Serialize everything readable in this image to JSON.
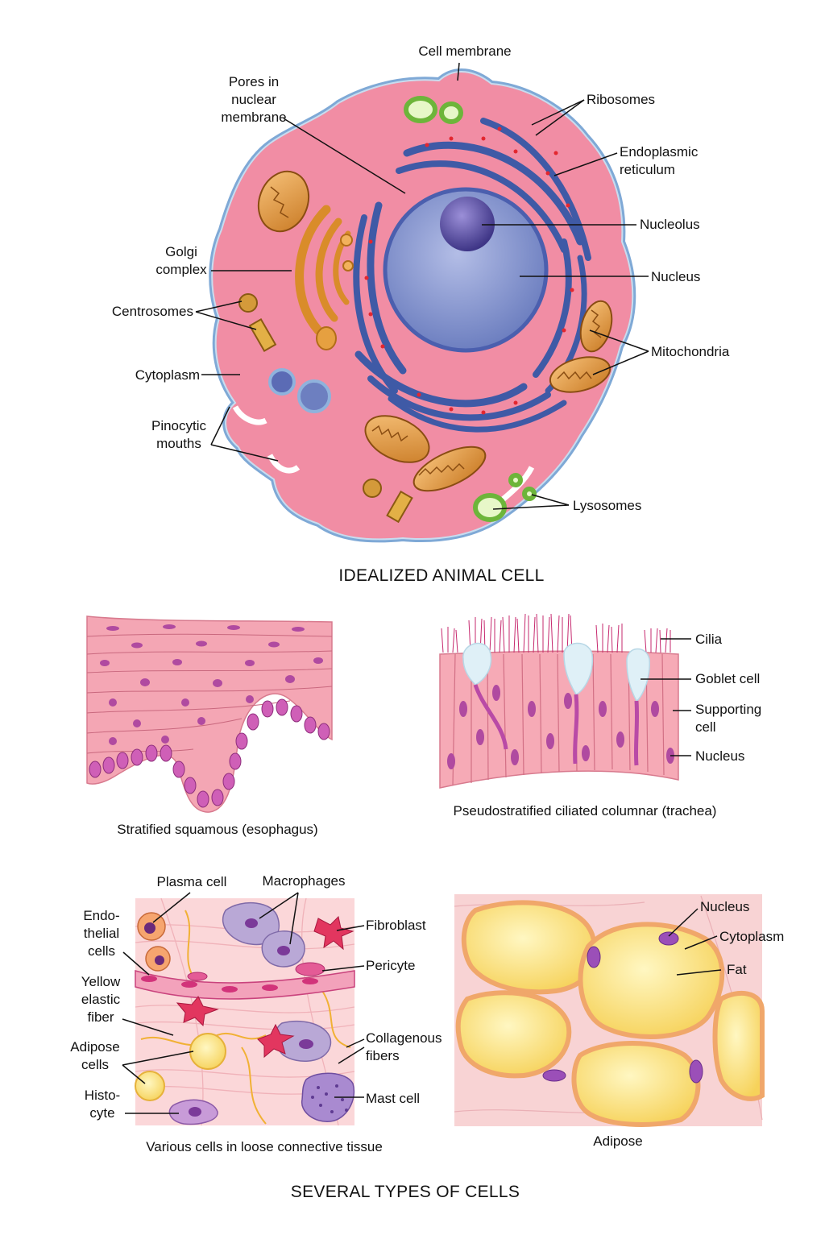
{
  "cell": {
    "title": "IDEALIZED ANIMAL CELL",
    "labels": {
      "cell_membrane": "Cell membrane",
      "pores": "Pores in\nnuclear\nmembrane",
      "ribosomes": "Ribosomes",
      "er": "Endoplasmic\nreticulum",
      "nucleolus": "Nucleolus",
      "nucleus": "Nucleus",
      "golgi": "Golgi\ncomplex",
      "centrosomes": "Centrosomes",
      "mitochondria": "Mitochondria",
      "cytoplasm": "Cytoplasm",
      "pinocytic": "Pinocytic\nmouths",
      "lysosomes": "Lysosomes"
    }
  },
  "squamous": {
    "caption": "Stratified squamous (esophagus)"
  },
  "columnar": {
    "caption": "Pseudostratified ciliated columnar (trachea)",
    "labels": {
      "cilia": "Cilia",
      "goblet": "Goblet cell",
      "supporting": "Supporting\ncell",
      "nucleus": "Nucleus"
    }
  },
  "connective": {
    "caption": "Various cells in loose connective tissue",
    "labels": {
      "plasma": "Plasma cell",
      "macrophages": "Macrophages",
      "endothelial": "Endo-\nthelial\ncells",
      "fibroblast": "Fibroblast",
      "pericyte": "Pericyte",
      "yellow": "Yellow\nelastic\nfiber",
      "collagenous": "Collagenous\nfibers",
      "adipose_cells": "Adipose\ncells",
      "histocyte": "Histo-\ncyte",
      "mast": "Mast cell"
    }
  },
  "adipose": {
    "caption": "Adipose",
    "labels": {
      "nucleus": "Nucleus",
      "cytoplasm": "Cytoplasm",
      "fat": "Fat"
    }
  },
  "footer": {
    "title": "SEVERAL TYPES OF CELLS"
  },
  "colors": {
    "cytoplasm": "#f08aa2",
    "membrane": "#7fa9d6",
    "nucleus": "#8d9bd0",
    "er": "#3f5aa6",
    "golgi": "#d98c2a",
    "mito": "#e3a04f",
    "lysosome": "#8fd14f",
    "fat": "#fbe27a"
  }
}
